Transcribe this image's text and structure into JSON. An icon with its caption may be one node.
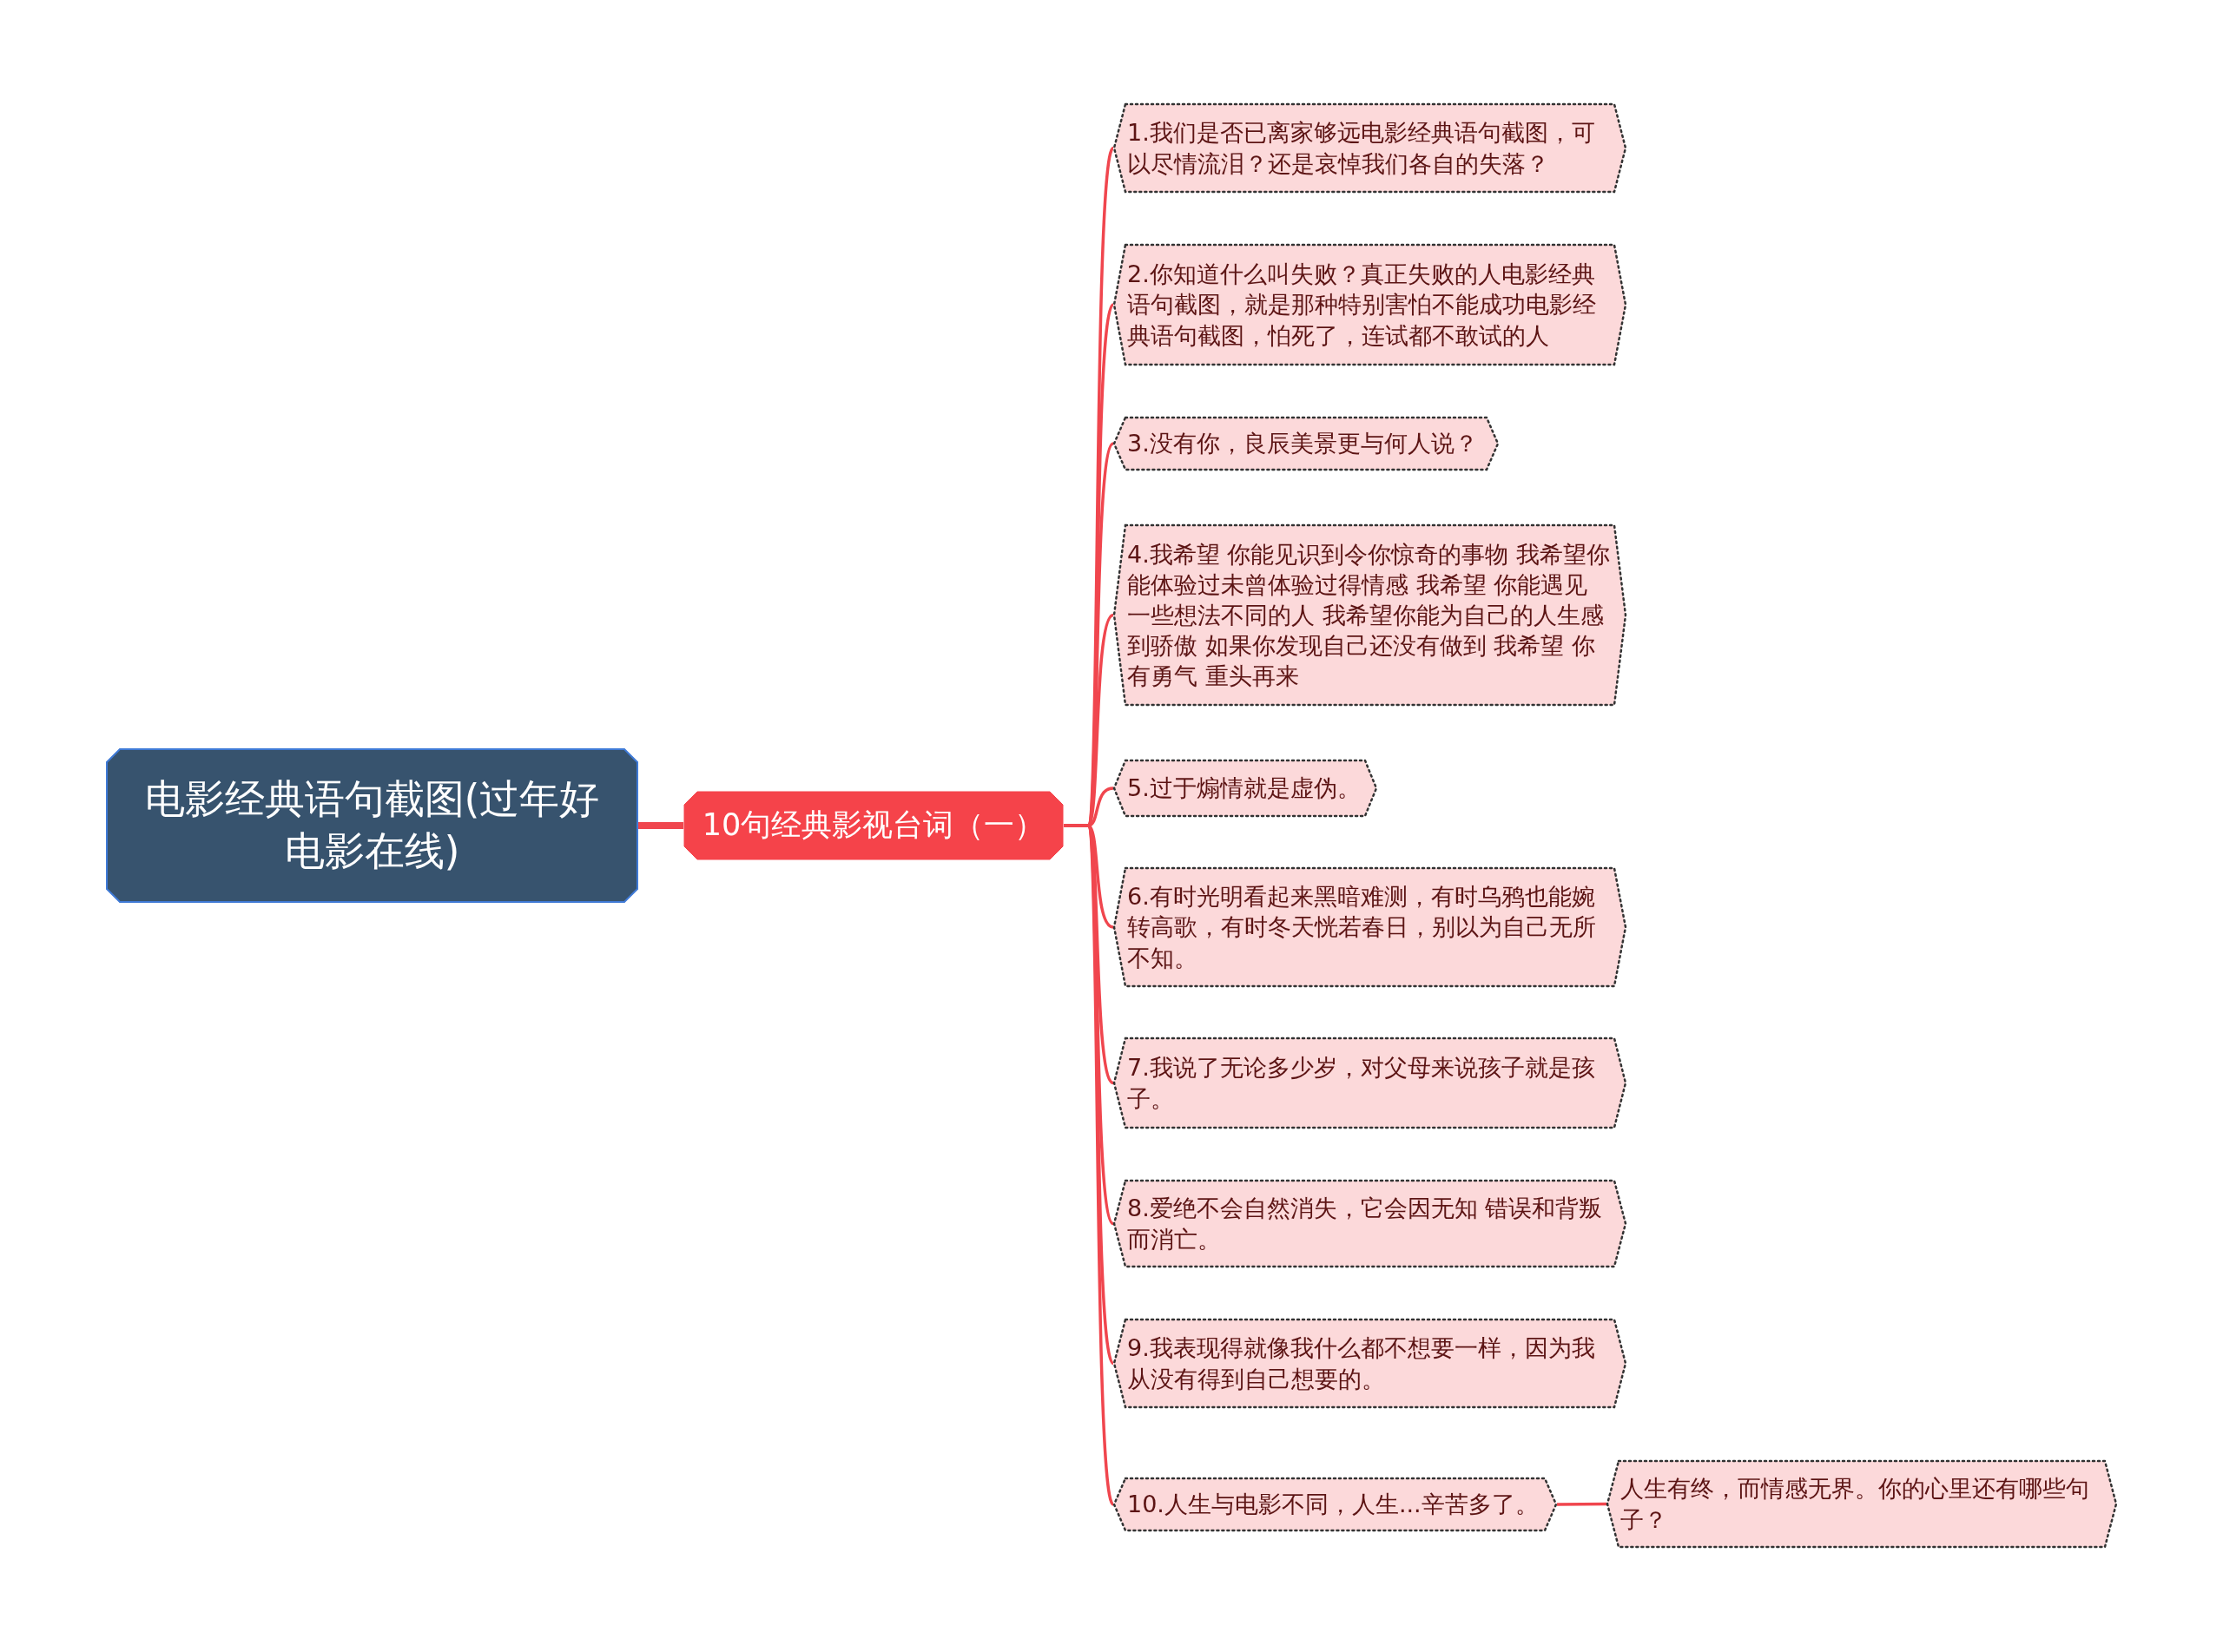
{
  "diagram": {
    "nodes": [
      {
        "text": [
          "电影经典语句截图(过年好电影在线)"
        ]
      },
      {
        "text": [
          "10句经典影视台词（一）"
        ]
      },
      {
        "text": [
          "1.我们是否已离家够远电影经典语句截图，可以尽情流泪？还是哀悼我们各自的失落？"
        ]
      },
      {
        "text": [
          "2.你知道什么叫失败？真正失败的人电影经典语句截图，就是那种特别害怕不能成功电影经典语句截图，怕死了，连试都不敢试的人"
        ]
      },
      {
        "text": [
          "3.没有你，良辰美景更与何人说？"
        ]
      },
      {
        "text": [
          "4.我希望 你能见识到令你惊奇的事物 我希望你能体验过未曾体验过得情感 我希望 你能遇见一些想法不同的人 我希望你能为自己的人生感到骄傲 如果你发现自己还没有做到 我希望 你有勇气 重头再来"
        ]
      },
      {
        "text": [
          "5.过于煽情就是虚伪。"
        ]
      },
      {
        "text": [
          "6.有时光明看起来黑暗难测，有时乌鸦也能婉转高歌，有时冬天恍若春日，别以为自己无所不知。"
        ]
      },
      {
        "text": [
          "7.我说了无论多少岁，对父母来说孩子就是孩子。"
        ]
      },
      {
        "text": [
          "8.爱绝不会自然消失，它会因无知 错误和背叛而消亡。"
        ]
      },
      {
        "text": [
          "9.我表现得就像我什么都不想要一样，因为我从没有得到自己想要的。"
        ]
      },
      {
        "text": [
          "10.人生与电影不同，人生...辛苦多了。"
        ]
      },
      {
        "text": [
          "人生有终，而情感无界。你的心里还有哪些句子？"
        ]
      }
    ],
    "edges": [
      {
        "from": 0,
        "to": 1,
        "arrow": "none",
        "style": "thick"
      },
      {
        "from": 1,
        "to": 2,
        "arrow": "none"
      },
      {
        "from": 1,
        "to": 3,
        "arrow": "none"
      },
      {
        "from": 1,
        "to": 4,
        "arrow": "none"
      },
      {
        "from": 1,
        "to": 5,
        "arrow": "none"
      },
      {
        "from": 1,
        "to": 6,
        "arrow": "none"
      },
      {
        "from": 1,
        "to": 7,
        "arrow": "none"
      },
      {
        "from": 1,
        "to": 8,
        "arrow": "none"
      },
      {
        "from": 1,
        "to": 9,
        "arrow": "none"
      },
      {
        "from": 1,
        "to": 10,
        "arrow": "none"
      },
      {
        "from": 1,
        "to": 11,
        "arrow": "none"
      },
      {
        "from": 11,
        "to": 12,
        "arrow": "none"
      }
    ]
  }
}
